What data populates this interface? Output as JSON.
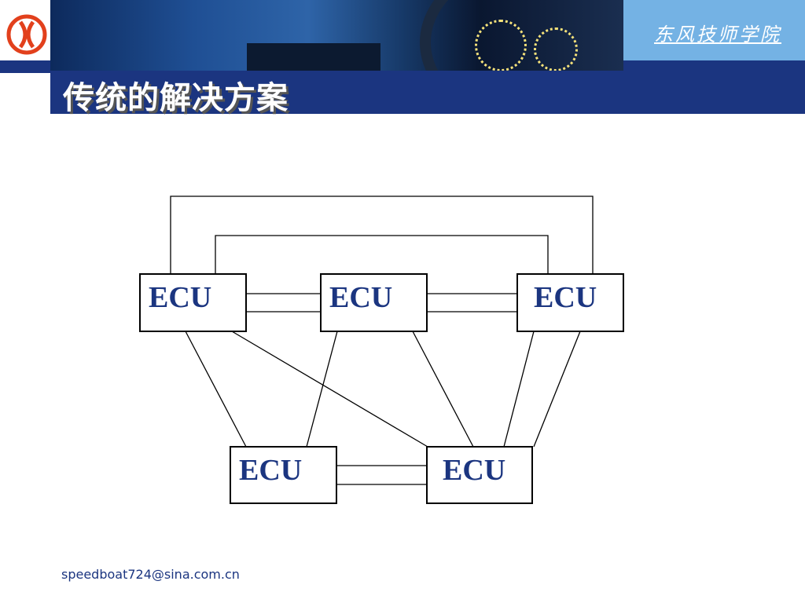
{
  "header": {
    "brand": "东风技师学院",
    "title": "传统的解决方案",
    "logo": "dongfeng-logo"
  },
  "diagram": {
    "nodes": [
      {
        "id": "ecu1",
        "label": "ECU"
      },
      {
        "id": "ecu2",
        "label": "ECU"
      },
      {
        "id": "ecu3",
        "label": "ECU"
      },
      {
        "id": "ecu4",
        "label": "ECU"
      },
      {
        "id": "ecu5",
        "label": "ECU"
      }
    ],
    "edges": [
      [
        "ecu1",
        "ecu3"
      ],
      [
        "ecu2",
        "ecu3"
      ],
      [
        "ecu1",
        "ecu2"
      ],
      [
        "ecu2",
        "ecu3"
      ],
      [
        "ecu4",
        "ecu5"
      ],
      [
        "ecu1",
        "ecu4"
      ],
      [
        "ecu1",
        "ecu5"
      ],
      [
        "ecu2",
        "ecu4"
      ],
      [
        "ecu2",
        "ecu5"
      ],
      [
        "ecu3",
        "ecu5"
      ],
      [
        "ecu3",
        "ecu5"
      ]
    ]
  },
  "footer": {
    "email": "speedboat724@sina.com.cn"
  },
  "colors": {
    "primary": "#1b3580",
    "light": "#74b2e4"
  }
}
